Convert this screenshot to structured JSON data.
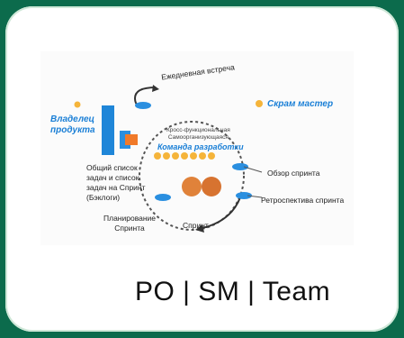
{
  "diagram": {
    "daily_meeting": "Ежедневная встреча",
    "product_owner": "Владелец\nпродукта",
    "scrum_master": "Скрам мастер",
    "cross_functional": "Кросс-функциональная\nСамоорганизующаяся",
    "dev_team": "Команда разработки",
    "backlog": "Общий список\nзадач и список\nзадач на Спринт\n(Бэклоги)",
    "sprint_review": "Обзор спринта",
    "sprint_retro": "Ретроспектива спринта",
    "sprint_planning": "Планирование\nСпринта",
    "sprint": "Спринт"
  },
  "caption": "PO | SM | Team",
  "colors": {
    "background": "#0c6b4c",
    "accent": "#1a7fd6",
    "orange": "#f07a2a",
    "yellow": "#f5b43a"
  }
}
